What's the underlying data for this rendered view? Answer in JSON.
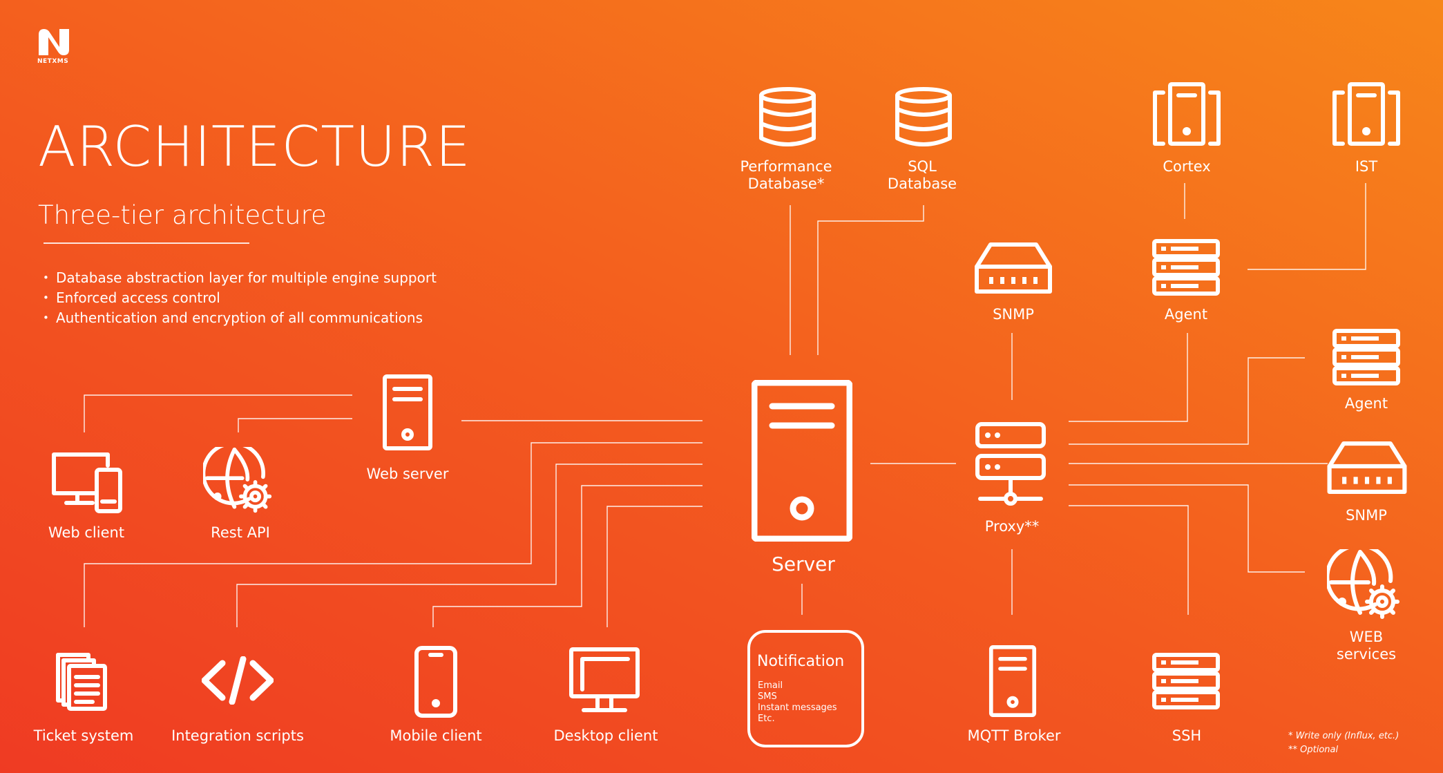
{
  "brand": {
    "logo_text": "NETXMS"
  },
  "header": {
    "title": "ARCHITECTURE",
    "subtitle": "Three-tier architecture",
    "bullets": [
      "Database abstraction layer for multiple engine support",
      "Enforced access control",
      "Authentication and encryption of all communications"
    ]
  },
  "nodes": {
    "perf_db": {
      "label": "Performance\nDatabase*",
      "icon": "database-icon"
    },
    "sql_db": {
      "label": "SQL\nDatabase",
      "icon": "database-icon"
    },
    "cortex": {
      "label": "Cortex",
      "icon": "server-tower-icon"
    },
    "ist": {
      "label": "IST",
      "icon": "server-tower-icon"
    },
    "snmp_top": {
      "label": "SNMP",
      "icon": "network-device-icon"
    },
    "agent_top": {
      "label": "Agent",
      "icon": "server-rack-icon"
    },
    "agent_right": {
      "label": "Agent",
      "icon": "server-rack-icon"
    },
    "snmp_right": {
      "label": "SNMP",
      "icon": "network-device-icon"
    },
    "web_services": {
      "label": "WEB\nservices",
      "icon": "globe-gear-icon"
    },
    "web_server": {
      "label": "Web server",
      "icon": "computer-tower-icon"
    },
    "web_client": {
      "label": "Web client",
      "icon": "devices-icon"
    },
    "rest_api": {
      "label": "Rest API",
      "icon": "globe-gear-icon"
    },
    "server": {
      "label": "Server",
      "icon": "computer-tower-icon"
    },
    "proxy": {
      "label": "Proxy**",
      "icon": "proxy-network-icon"
    },
    "ticket": {
      "label": "Ticket system",
      "icon": "documents-icon"
    },
    "integration": {
      "label": "Integration scripts",
      "icon": "code-icon"
    },
    "mobile": {
      "label": "Mobile client",
      "icon": "smartphone-icon"
    },
    "desktop": {
      "label": "Desktop client",
      "icon": "monitor-icon"
    },
    "mqtt": {
      "label": "MQTT Broker",
      "icon": "computer-tower-icon"
    },
    "ssh": {
      "label": "SSH",
      "icon": "server-rack-icon"
    }
  },
  "notification": {
    "title": "Notification",
    "items": [
      "Email",
      "SMS",
      "Instant messages",
      "Etc."
    ]
  },
  "footnotes": [
    "* Write only (Influx, etc.)",
    "** Optional"
  ],
  "colors": {
    "background_start": "#ef3b23",
    "background_end": "#f7861a",
    "foreground": "#ffffff"
  }
}
